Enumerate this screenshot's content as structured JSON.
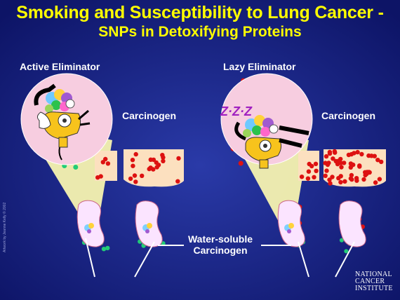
{
  "title": "Smoking and Susceptibility to Lung Cancer -",
  "subtitle": "SNPs in Detoxifying Proteins",
  "panels": {
    "left": {
      "label": "Active Eliminator",
      "carcinogen_label": "Carcinogen"
    },
    "right": {
      "label": "Lazy Eliminator",
      "carcinogen_label": "Carcinogen"
    }
  },
  "water_soluble_label_line1": "Water-soluble",
  "water_soluble_label_line2": "Carcinogen",
  "sleep_text": "Z·Z·Z",
  "credit": "Artwork by Jeanne Kelly © 2002",
  "logo": {
    "line1": "NATIONAL",
    "line2": "CANCER",
    "line3": "INSTITUTE"
  },
  "colors": {
    "background": "#111a75",
    "title": "#ffff00",
    "carcinogen": "#dd1111",
    "water_soluble": "#22cc77",
    "tissue": "#fce0bf",
    "zoom_circle": "#f7cde0"
  }
}
